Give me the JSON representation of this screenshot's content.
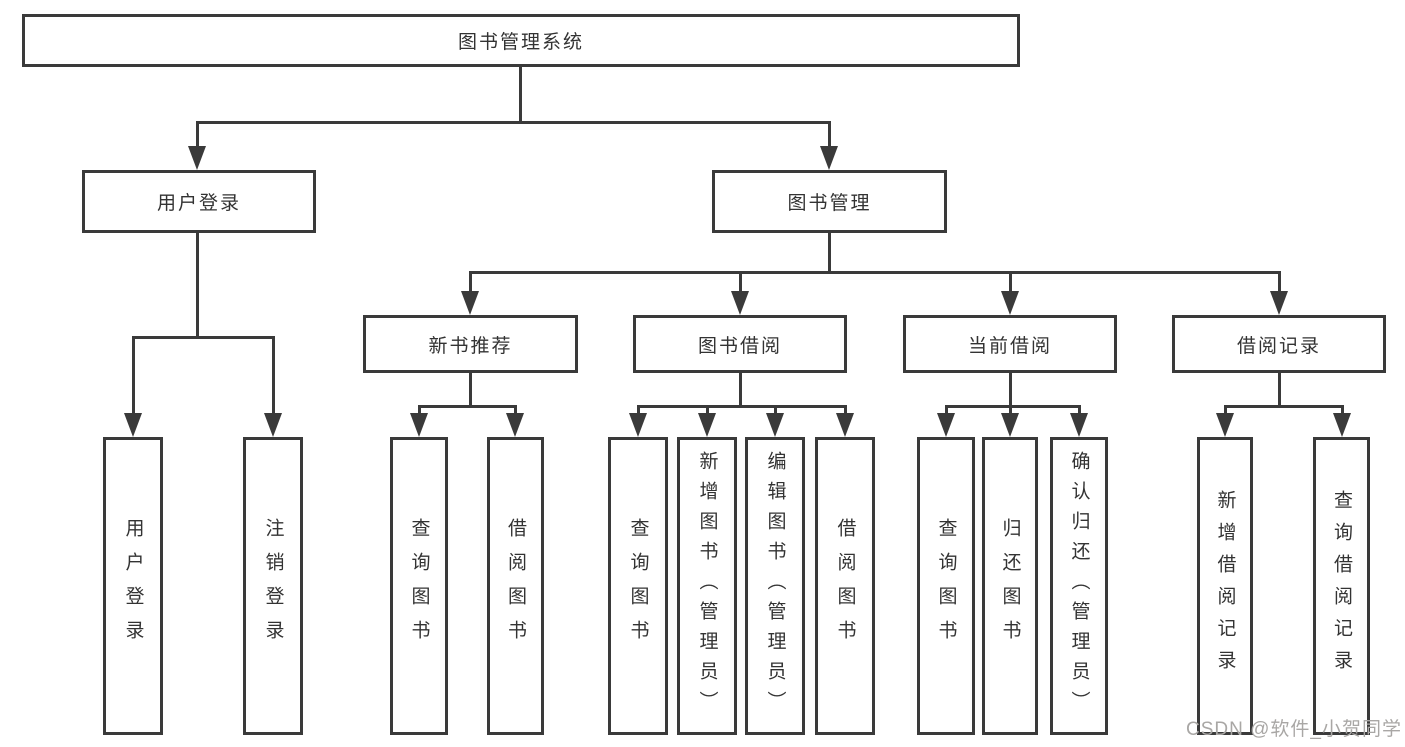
{
  "colors": {
    "line": "#3a3a3a",
    "box_border": "#3a3a3a",
    "text": "#333333",
    "watermark": "#a9a7a5",
    "background": "#ffffff"
  },
  "watermark": "CSDN @软件_小贺同学",
  "tree": {
    "root": {
      "label": "图书管理系统"
    },
    "branches": [
      {
        "label": "用户登录",
        "children": [
          {
            "label": "用户登录"
          },
          {
            "label": "注销登录"
          }
        ]
      },
      {
        "label": "图书管理",
        "children": [
          {
            "label": "新书推荐",
            "children": [
              {
                "label": "查询图书"
              },
              {
                "label": "借阅图书"
              }
            ]
          },
          {
            "label": "图书借阅",
            "children": [
              {
                "label": "查询图书"
              },
              {
                "label": "新增图书（管理员）"
              },
              {
                "label": "编辑图书（管理员）"
              },
              {
                "label": "借阅图书"
              }
            ]
          },
          {
            "label": "当前借阅",
            "children": [
              {
                "label": "查询图书"
              },
              {
                "label": "归还图书"
              },
              {
                "label": "确认归还（管理员）"
              }
            ]
          },
          {
            "label": "借阅记录",
            "children": [
              {
                "label": "新增借阅记录"
              },
              {
                "label": "查询借阅记录"
              }
            ]
          }
        ]
      }
    ]
  }
}
